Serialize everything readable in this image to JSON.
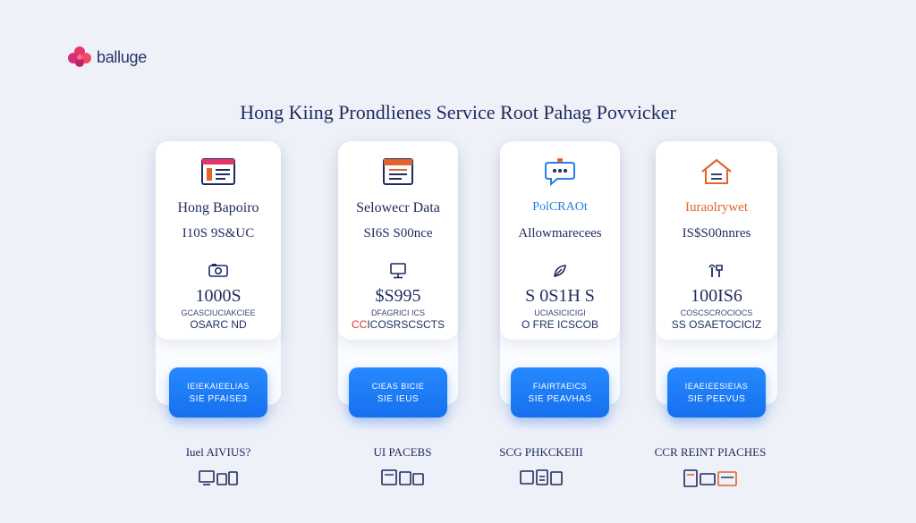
{
  "brand": {
    "name": "balluge",
    "logo_color": "#e7356a"
  },
  "title": "Hong Kiing Prondlienes Service Root Pahag Povvicker",
  "colors": {
    "primary_blue": "#1670ee",
    "accent_orange": "#e2642a",
    "text_navy": "#1f2b5e",
    "background": "#eef1f8"
  },
  "cards": [
    {
      "icon": "document-icon",
      "name": "Hong Bapoiro",
      "sub": "I10S 9S&UC",
      "small_icon": "camera-icon",
      "price": "1000S",
      "note": "GCASCIUCIAKCIEE",
      "code": "OSARC ND",
      "code_red": "",
      "cta_line1": "IEIEKAIEELIAS",
      "cta_line2": "SIE PFAISE3"
    },
    {
      "icon": "calendar-icon",
      "name": "Selowecr Data",
      "sub": "SI6S S00nce",
      "small_icon": "monitor-icon",
      "price": "$S995",
      "note": "DFAGRICI ICS",
      "code": "ICOSRSCSCTS",
      "code_red": "CC",
      "cta_line1": "CIEAS BICIE",
      "cta_line2": "SIE IEUS"
    },
    {
      "icon": "chat-icon",
      "name": "PolCRAOt",
      "sub": "Allowmarecees",
      "small_icon": "leaf-icon",
      "price": "S 0S1H S",
      "note": "UCIASICICIGI",
      "code": "O FRE ICSCOB",
      "code_red": "",
      "cta_line1": "FIAIRTAEICS",
      "cta_line2": "SIE PEAVHAS"
    },
    {
      "icon": "house-icon",
      "name": "Iuraolrywet",
      "sub": "IS$S00nnres",
      "small_icon": "tools-icon",
      "price": "100IS6",
      "note": "COSCSCROCIOCS",
      "code": "SS OSAETOCICIZ",
      "code_red": "",
      "cta_line1": "IEAEIEESIEIAS",
      "cta_line2": "SIE PEEVUS"
    }
  ],
  "bottom": [
    {
      "label": "Iuel AIVIUS?",
      "icon": "devices-icon"
    },
    {
      "label": "UI PACEBS",
      "icon": "folders-icon"
    },
    {
      "label": "SCG PHKCKEIII",
      "icon": "files-icon"
    },
    {
      "label": "CCR REINT PIACHES",
      "icon": "stack-icon"
    }
  ]
}
